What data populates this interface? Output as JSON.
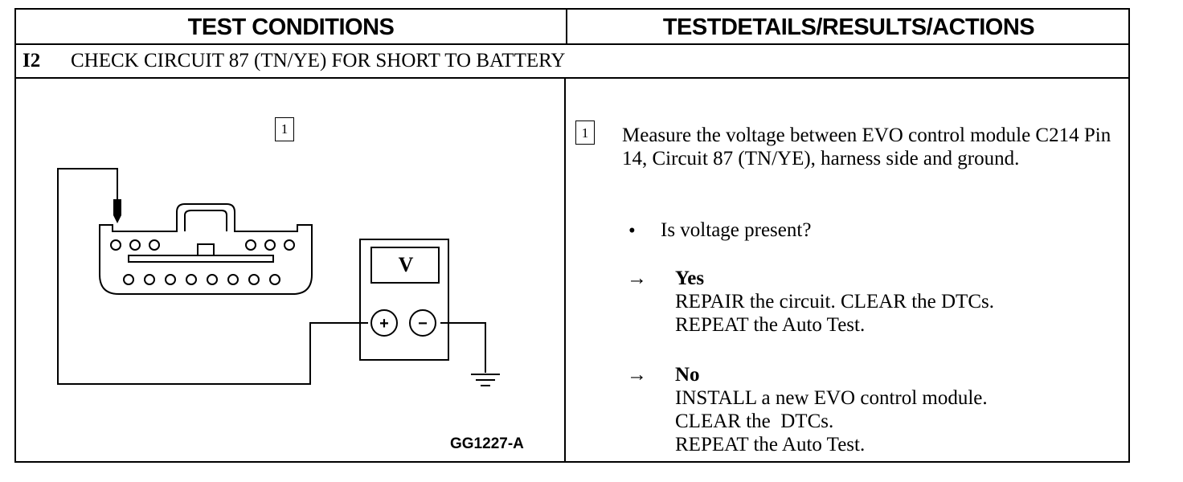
{
  "header": {
    "left": "TEST CONDITIONS",
    "right": "TESTDETAILS/RESULTS/ACTIONS"
  },
  "step": {
    "number": "I2",
    "title": "CHECK CIRCUIT 87 (TN/YE) FOR SHORT TO BATTERY"
  },
  "diagram": {
    "step_marker": "1",
    "meter_label": "V",
    "plus": "+",
    "minus": "−",
    "figure_code": "GG1227-A"
  },
  "details": {
    "step_marker": "1",
    "instruction": "Measure the voltage between EVO control module C214 Pin 14, Circuit 87 (TN/YE), harness side and ground.",
    "bullet": "•",
    "question": "Is voltage present?",
    "arrow": "→",
    "yes": {
      "label": "Yes",
      "lines": [
        "REPAIR the circuit. CLEAR the DTCs.",
        "REPEAT the Auto Test."
      ]
    },
    "no": {
      "label": "No",
      "lines": [
        "INSTALL a new EVO control module.",
        "CLEAR the  DTCs.",
        "REPEAT the Auto Test."
      ]
    }
  }
}
